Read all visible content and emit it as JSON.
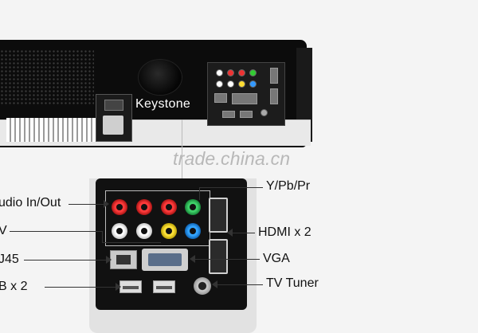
{
  "projector": {
    "keystone_label": "Keystone"
  },
  "watermark": {
    "text": "trade.china.cn"
  },
  "callouts": {
    "left": [
      {
        "label": "udio In/Out"
      },
      {
        "label": "V"
      },
      {
        "label": "J45"
      },
      {
        "label": "B x 2"
      }
    ],
    "right": [
      {
        "label": "Y/Pb/Pr"
      },
      {
        "label": "HDMI x 2"
      },
      {
        "label": "VGA"
      },
      {
        "label": "TV Tuner"
      }
    ]
  }
}
